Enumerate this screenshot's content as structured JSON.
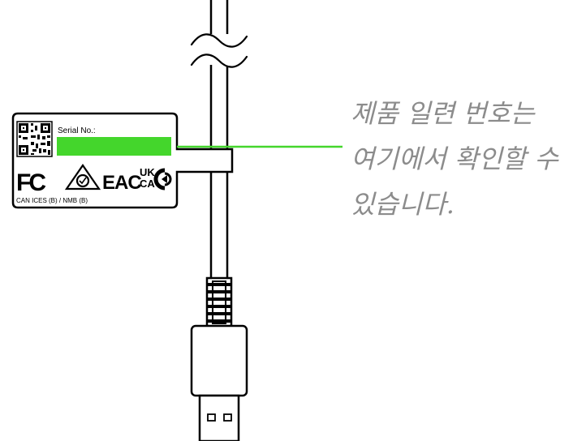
{
  "label": {
    "serial_label": "Serial No.:",
    "cert_footer": "CAN ICES (B) / NMB (B)",
    "fcc_mark": "FC",
    "eac_mark": "EAC",
    "ukca_top": "UK",
    "ukca_bottom": "CA"
  },
  "callout": {
    "line1": "제품 일련 번호는",
    "line2": "여기에서 확인할 수",
    "line3": "있습니다."
  },
  "colors": {
    "accent": "#44d62c",
    "stroke": "#000000",
    "callout_text": "#8c8c8c"
  },
  "icons": [
    "qr-code-icon",
    "fcc-icon",
    "kc-certification-icon",
    "eac-icon",
    "ukca-icon",
    "rcm-icon",
    "cable-break-icon",
    "usb-a-plug-icon"
  ]
}
